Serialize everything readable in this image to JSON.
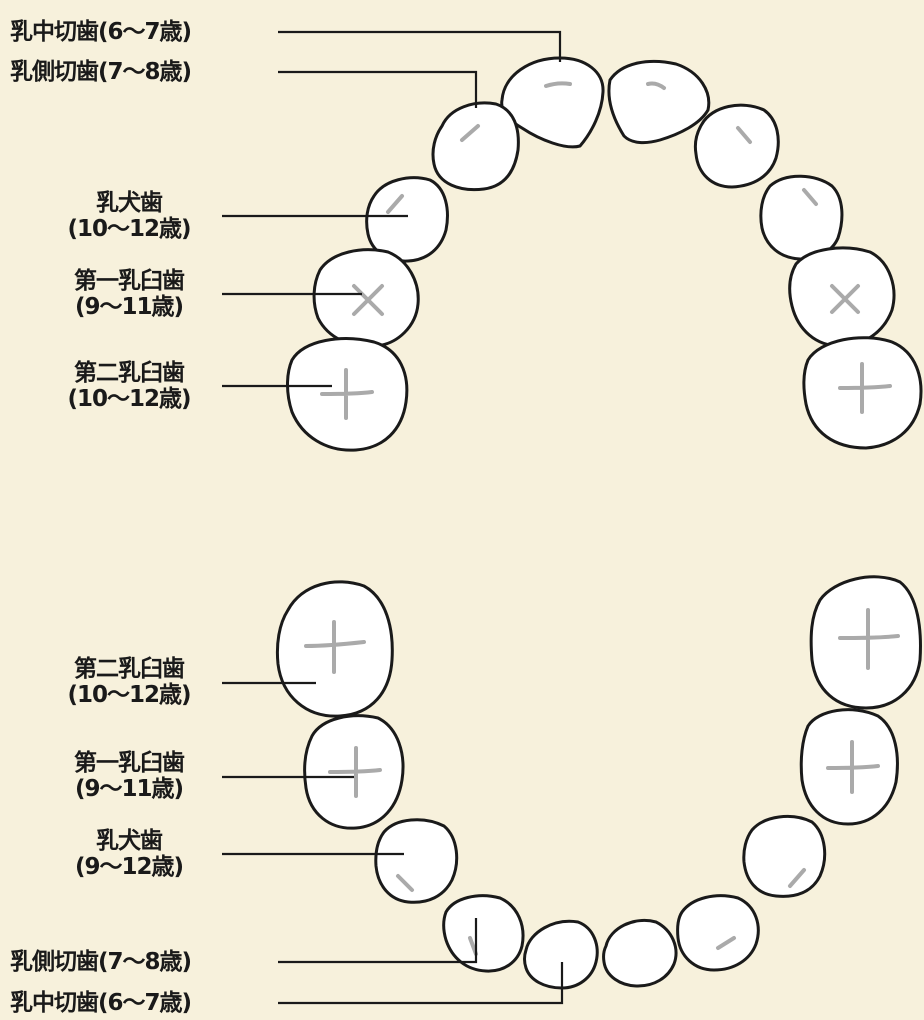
{
  "colors": {
    "background": "#f7f1dc",
    "tooth_fill": "#ffffff",
    "tooth_outline": "#1a1a1a",
    "marking": "#aaaaaa",
    "text": "#1a1a1a"
  },
  "upper": {
    "labels": [
      {
        "name": "乳中切歯",
        "age": "(6〜7歳)"
      },
      {
        "name": "乳側切歯",
        "age": "(7〜8歳)"
      },
      {
        "name": "乳犬歯",
        "age": "(10〜12歳)"
      },
      {
        "name": "第一乳臼歯",
        "age": "(9〜11歳)"
      },
      {
        "name": "第二乳臼歯",
        "age": "(10〜12歳)"
      }
    ]
  },
  "lower": {
    "labels": [
      {
        "name": "第二乳臼歯",
        "age": "(10〜12歳)"
      },
      {
        "name": "第一乳臼歯",
        "age": "(9〜11歳)"
      },
      {
        "name": "乳犬歯",
        "age": "(9〜12歳)"
      },
      {
        "name": "乳側切歯",
        "age": "(7〜8歳)"
      },
      {
        "name": "乳中切歯",
        "age": "(6〜7歳)"
      }
    ]
  }
}
